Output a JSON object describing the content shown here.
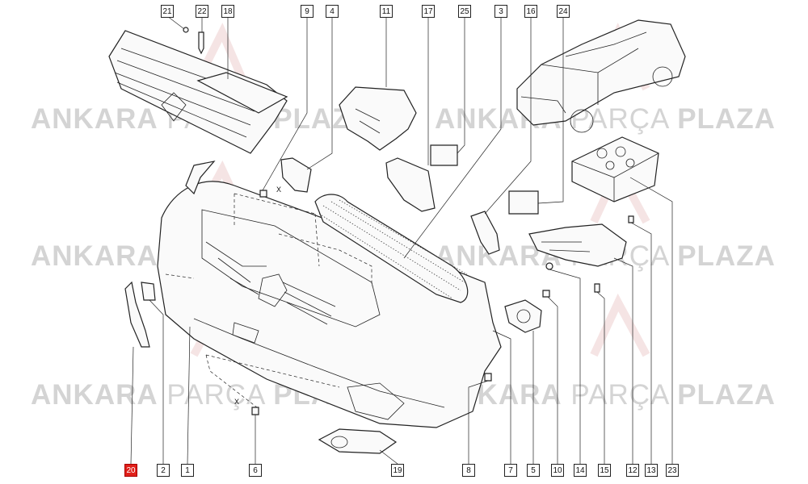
{
  "watermark": {
    "bold_1": "ANKARA",
    "light": "PARÇA",
    "bold_2": "PLAZA"
  },
  "callouts": {
    "c21": "21",
    "c22": "22",
    "c18": "18",
    "c9": "9",
    "c4": "4",
    "c11": "11",
    "c17": "17",
    "c25": "25",
    "c3": "3",
    "c16": "16",
    "c24": "24",
    "c20": "20",
    "c2": "2",
    "c1": "1",
    "c6": "6",
    "c19": "19",
    "c8": "8",
    "c7": "7",
    "c5": "5",
    "c10": "10",
    "c14": "14",
    "c15": "15",
    "c12": "12",
    "c13": "13",
    "c23": "23"
  },
  "x_marks": {
    "upper": "X",
    "lower": "X"
  },
  "colors": {
    "highlight_callout": "#e0201a",
    "watermark": "#d4d4d4",
    "line": "#222222"
  }
}
